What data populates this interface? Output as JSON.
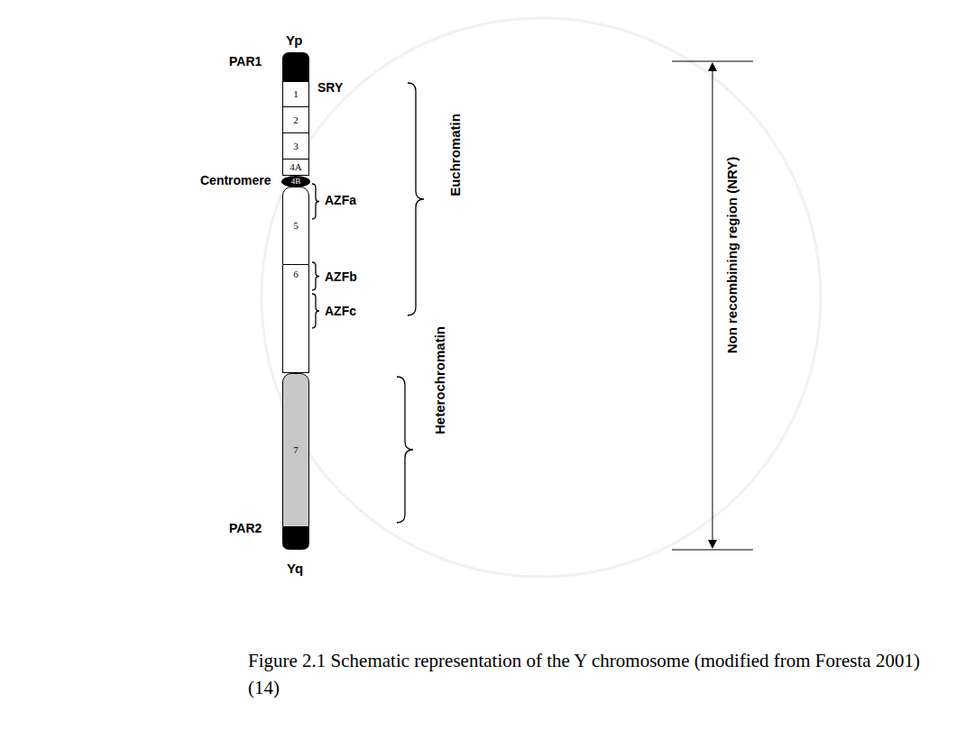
{
  "diagram": {
    "caption": "Figure 2.1 Schematic representation of the Y chromosome (modified from Foresta 2001) (14)",
    "nodes": [
      {
        "text": [
          "1"
        ]
      },
      {
        "text": [
          "2"
        ]
      },
      {
        "text": [
          "3"
        ]
      },
      {
        "text": [
          "4A"
        ]
      },
      {
        "text": [
          "4B"
        ]
      },
      {
        "text": [
          "5"
        ]
      },
      {
        "text": [
          "6"
        ]
      },
      {
        "text": [
          "7"
        ]
      }
    ],
    "labels": [
      "Yp",
      "PAR1",
      "SRY",
      "Centromere",
      "AZFa",
      "AZFb",
      "AZFc",
      "Euchromatin",
      "Non recombining region (NRY)",
      "Heterochromatin",
      "PAR2",
      "Yq"
    ]
  }
}
